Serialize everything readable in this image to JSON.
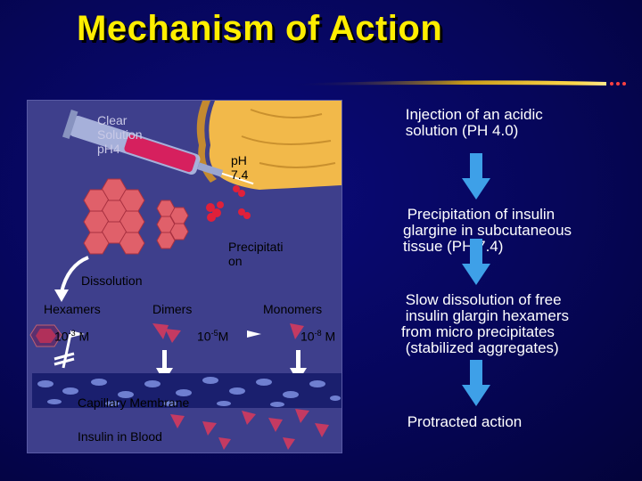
{
  "title": "Mechanism of Action",
  "diagram": {
    "syringe_label": "Clear\nSolution\npH4",
    "tissue_ph_label": "pH\n7.4",
    "precipitation_label": "Precipitati\non",
    "dissolution_label": "Dissolution",
    "hexamers_label": "Hexamers",
    "dimers_label": "Dimers",
    "monomers_label": "Monomers",
    "hexamer_conc_base": "10",
    "hexamer_conc_exp": "-3",
    "hexamer_conc_unit": " M",
    "dimer_conc_base": "10",
    "dimer_conc_exp": "-5",
    "dimer_conc_unit": "M",
    "monomer_conc_base": "10",
    "monomer_conc_exp": "-8",
    "monomer_conc_unit": " M",
    "capillary_label": "Capillary Membrane",
    "blood_label": "Insulin in Blood"
  },
  "steps": [
    " Injection of an acidic\n solution (PH 4.0)",
    " Precipitation of insulin\nglargine in subcutaneous\ntissue (PH 7.4)",
    " Slow dissolution of free\n insulin glargin hexamers\nfrom micro precipitates\n (stabilized aggregates)",
    " Protracted action"
  ],
  "colors": {
    "background": "#06065a",
    "title": "#ffee00",
    "step_text": "#ffffff",
    "step_arrow": "#3ea0e8",
    "panel": "#3e3f8c",
    "tissue": "#f2b94a",
    "insulin": "#e0203a",
    "hexamer": "#e06a70"
  }
}
